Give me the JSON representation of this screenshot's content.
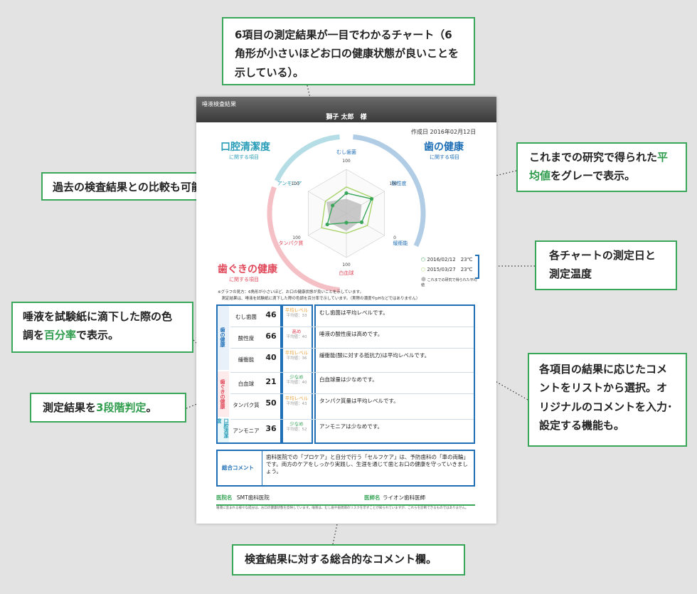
{
  "callouts": {
    "chart_title": "6項目の測定結果が一目でわかるチャート（6角形が小さいほどお口の健康状態が良いことを示している）。",
    "past": "過去の検査結果との比較も可能。",
    "avg_prefix": "これまでの研究で得られた",
    "avg_hl": "平均値",
    "avg_suffix": "をグレーで表示。",
    "dates": "各チャートの測定日と測定温度",
    "pct_prefix": "唾液を試験紙に滴下した際の色調を",
    "pct_hl": "百分率",
    "pct_suffix": "で表示。",
    "stage_prefix": "測定結果を",
    "stage_hl": "3段階判定",
    "stage_suffix": "。",
    "comment_select": "各項目の結果に応じたコメントをリストから選択。オリジナルのコメントを入力･設定する機能も。",
    "overall": "検査結果に対する総合的なコメント欄。"
  },
  "sheet": {
    "header_title": "唾液検査結果",
    "patient": "獅子 太郎　様",
    "created": "作成日 2016年02月12日",
    "sections": {
      "oral_clean": "口腔清潔度",
      "oral_clean_sub": "に関する項目",
      "teeth": "歯の健康",
      "teeth_sub": "に関する項目",
      "gums": "歯ぐきの健康",
      "gums_sub": "に関する項目"
    },
    "axes": [
      "むし歯菌",
      "酸性度",
      "緩衝能",
      "白血球",
      "タンパク質",
      "アンモニア"
    ],
    "axis_ticks": [
      "100",
      "100",
      "0",
      "100",
      "100",
      "100"
    ],
    "legend": {
      "d1": "2016/02/12　23℃",
      "d2": "2015/03/27　23℃",
      "avg": "これまでの研究で得られた平均値"
    },
    "note1": "※グラフの見方：6角形が小さいほど、お口の健康状態が良いことを示しています。",
    "note2": "　測定結果は、唾液を試験紙に滴下した際の色調を百分率で示しています。（実際の濃度やpHなどではありません）",
    "categories": [
      "歯の健康",
      "歯ぐきの健康",
      "口腔清潔度"
    ],
    "rows": [
      {
        "item": "むし歯菌",
        "value": "46",
        "level": "平均レベル",
        "avg": "平均値：33",
        "comment": "むし歯菌は平均レベルです。"
      },
      {
        "item": "酸性度",
        "value": "66",
        "level": "高め",
        "avg": "平均値：40",
        "comment": "唾液の酸性度は高めです。"
      },
      {
        "item": "緩衝能",
        "value": "40",
        "level": "平均レベル",
        "avg": "平均値：36",
        "comment": "緩衝能(酸に対する抵抗力)は平均レベルです。"
      },
      {
        "item": "白血球",
        "value": "21",
        "level": "少なめ",
        "avg": "平均値：40",
        "comment": "白血球量は少なめです。"
      },
      {
        "item": "タンパク質",
        "value": "50",
        "level": "平均レベル",
        "avg": "平均値：43",
        "comment": "タンパク質量は平均レベルです。"
      },
      {
        "item": "アンモニア",
        "value": "36",
        "level": "少なめ",
        "avg": "平均値：52",
        "comment": "アンモニアは少なめです。"
      }
    ],
    "summary_label": "総合コメント",
    "summary_text": "歯科医院での「プロケア」と自分で行う「セルフケア」は、予防歯科の「車の両輪」です。両方のケアをしっかり実践し、生涯を通じて歯とお口の健康を守っていきましょう。",
    "clinic_label": "医院名",
    "clinic": "SMT歯科医院",
    "doctor_label": "医師名",
    "doctor": "ライオン歯科医師",
    "disclaimer": "唾液に含まれる様々な成分は、お口の健康状態を反映しています。唾液は、むし歯や歯周病のリスクを示すことが知られていますが、これらを診断できるものではありません。"
  },
  "chart_data": {
    "type": "radar",
    "categories": [
      "むし歯菌",
      "酸性度",
      "緩衝能",
      "白血球",
      "タンパク質",
      "アンモニア"
    ],
    "series": [
      {
        "name": "2016/02/12　23℃",
        "values": [
          46,
          66,
          40,
          21,
          50,
          36
        ],
        "color": "#3aa65a"
      },
      {
        "name": "2015/03/27　23℃",
        "values": [
          60,
          70,
          55,
          45,
          65,
          55
        ],
        "color": "#a8d46a"
      },
      {
        "name": "これまでの研究で得られた平均値",
        "values": [
          33,
          40,
          36,
          40,
          43,
          52
        ],
        "color": "#aaaaaa"
      }
    ],
    "range": [
      0,
      100
    ]
  },
  "colors": {
    "green": "#3aa65a",
    "blue": "#1f6fb7",
    "red": "#e0485a",
    "teal": "#2a9db8"
  }
}
